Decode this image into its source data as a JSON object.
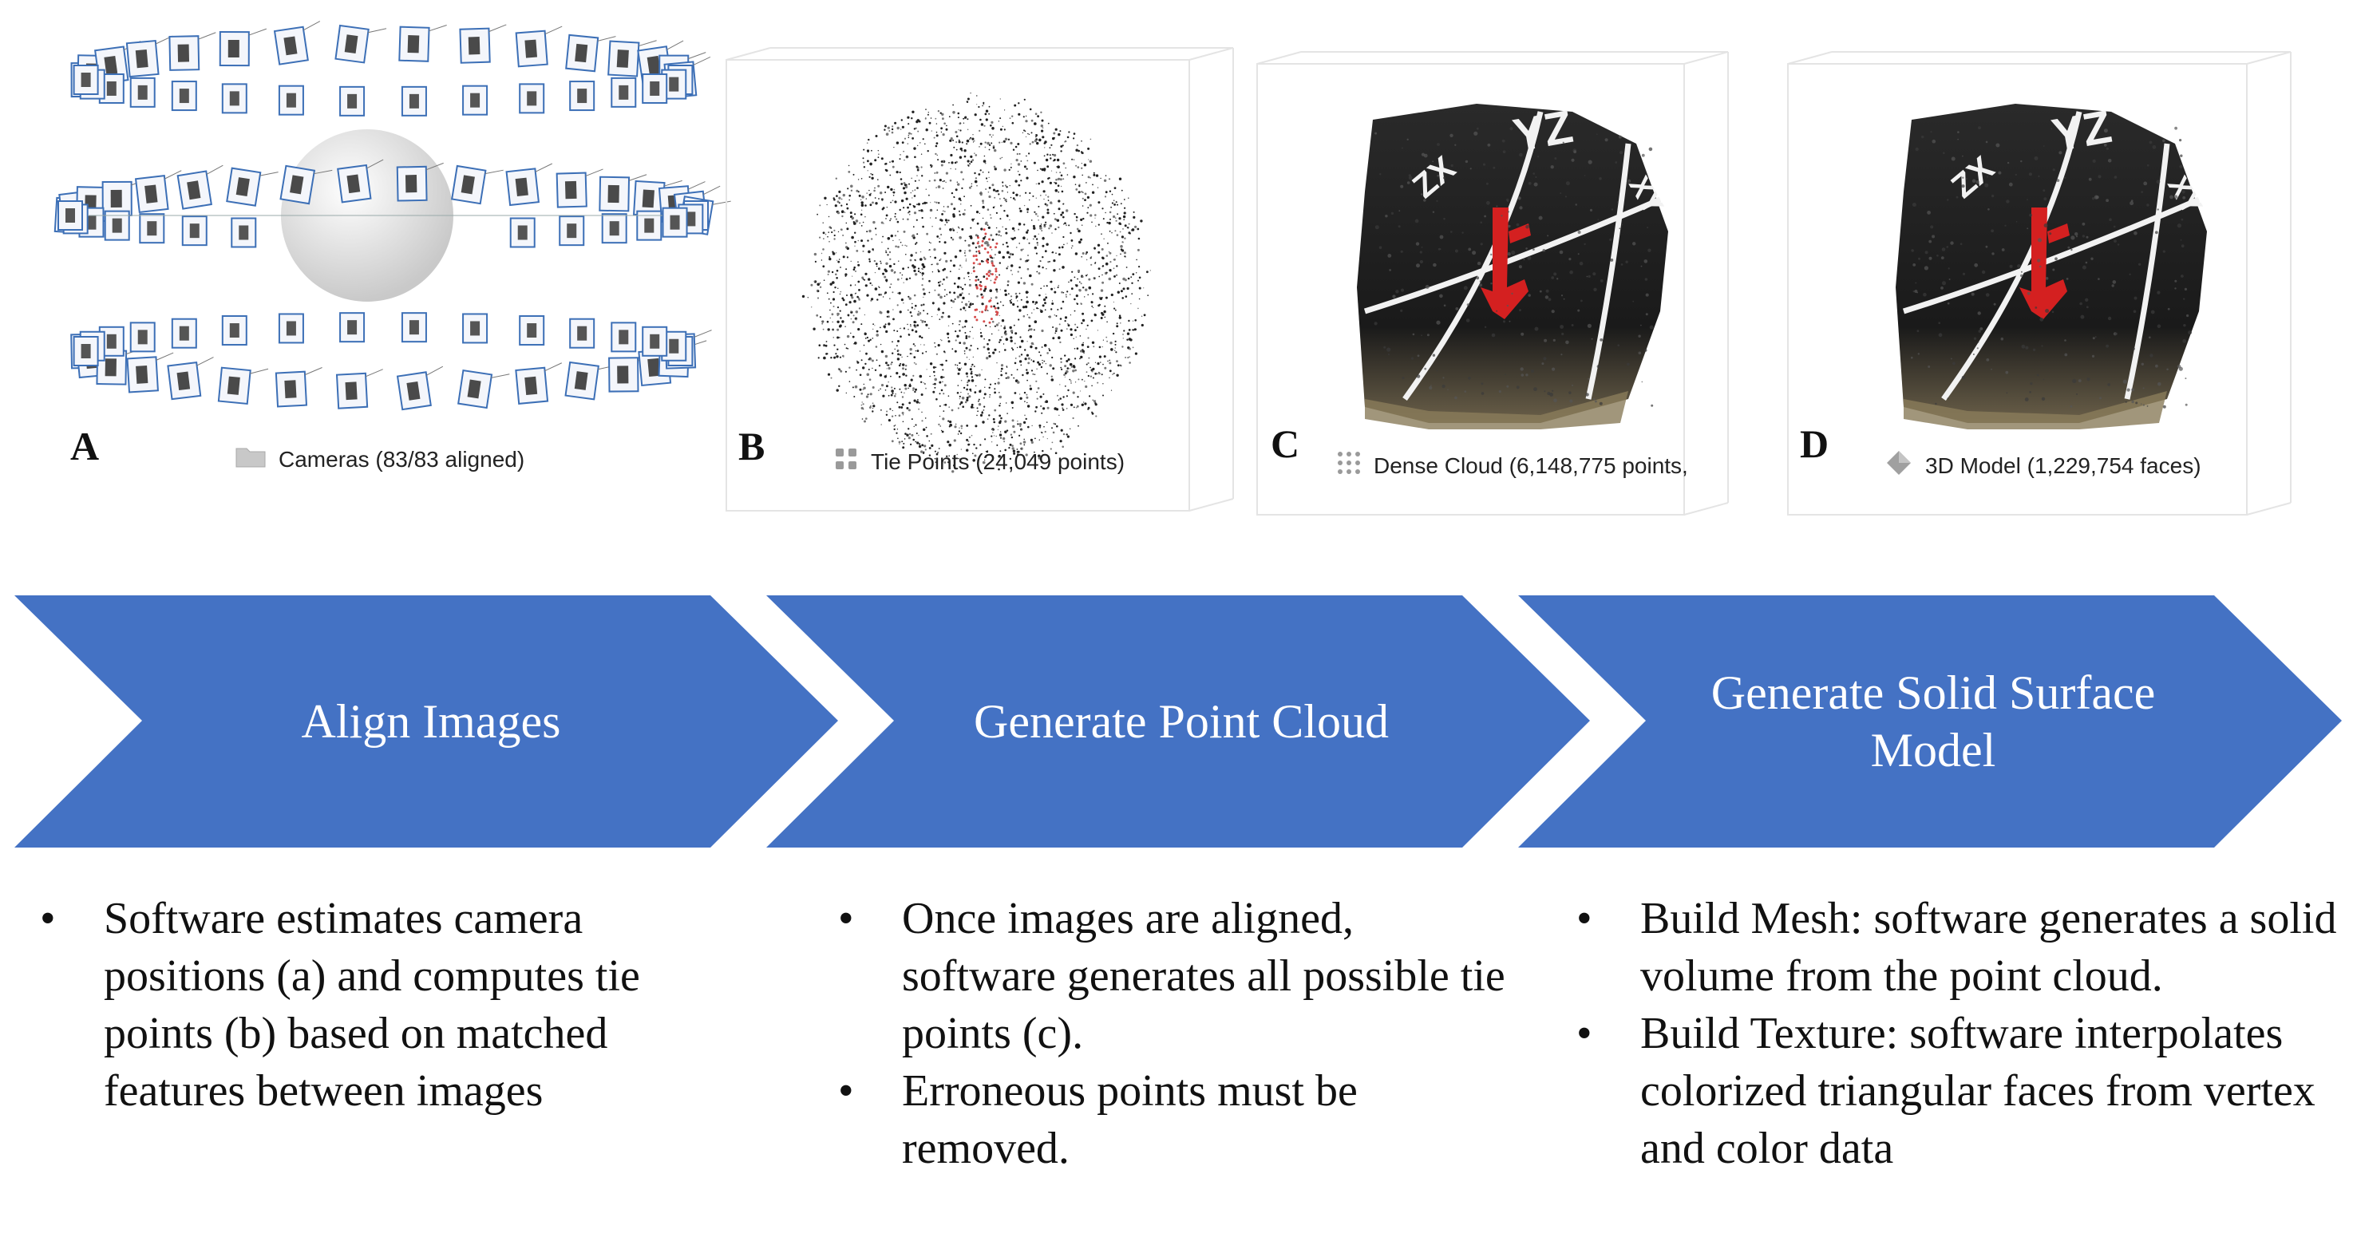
{
  "panels": [
    {
      "letter": "A",
      "label": "Cameras (83/83 aligned)",
      "icon": "folder-icon"
    },
    {
      "letter": "B",
      "label": "Tie Points (24,049 points)",
      "icon": "tie-points-icon"
    },
    {
      "letter": "C",
      "label": "Dense Cloud (6,148,775 points,",
      "icon": "dense-cloud-icon"
    },
    {
      "letter": "D",
      "label": "3D Model (1,229,754 faces)",
      "icon": "model-icon"
    }
  ],
  "rock_text": {
    "zx": "ZX",
    "yz": "YZ",
    "xy": "XY"
  },
  "steps": [
    {
      "title": "Align Images",
      "bullets": [
        "Software estimates camera positions (a) and computes tie points (b) based on matched features between images"
      ]
    },
    {
      "title": "Generate Point Cloud",
      "bullets": [
        "Once images are aligned, software generates all possible tie points (c).",
        "Erroneous points must be removed."
      ]
    },
    {
      "title": "Generate Solid Surface Model",
      "bullets": [
        "Build Mesh: software generates a solid volume from the point cloud.",
        "Build Texture: software interpolates colorized triangular faces from vertex and color data"
      ]
    }
  ],
  "colors": {
    "arrow": "#4472c4",
    "arrow_text": "#ffffff",
    "rock": "#1c1c1c",
    "marker": "#d42020"
  }
}
